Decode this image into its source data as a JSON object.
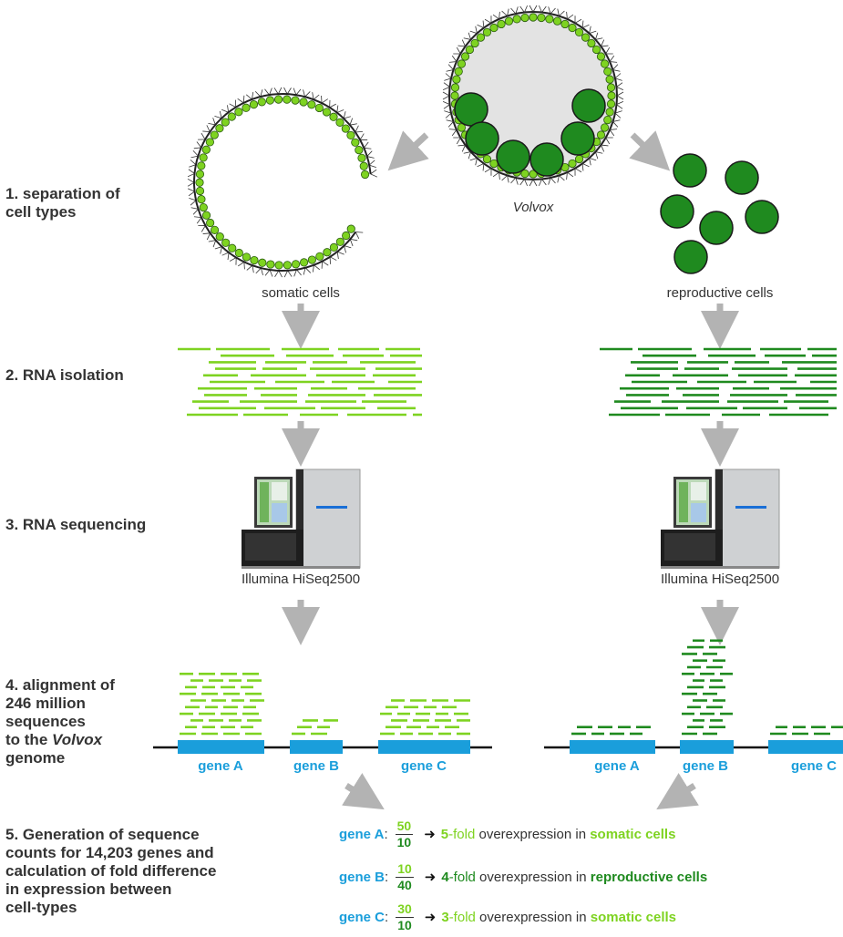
{
  "steps": [
    {
      "id": "1",
      "text": "1. separation of\ncell types"
    },
    {
      "id": "2",
      "text": "2. RNA isolation"
    },
    {
      "id": "3",
      "text": "3. RNA sequencing"
    },
    {
      "id": "4a",
      "text": "4. alignment of\n246 million\nsequences\nto the "
    },
    {
      "id": "4b",
      "text": "Volvox"
    },
    {
      "id": "4c",
      "text": "\ngenome"
    },
    {
      "id": "5",
      "text": "5. Generation of sequence\ncounts for 14,203 genes and\ncalculation of fold difference\nin expression between\ncell-types"
    }
  ],
  "labels": {
    "volvox": "Volvox",
    "somatic": "somatic cells",
    "reproductive": "reproductive cells",
    "sequencer_left": "Illumina HiSeq2500",
    "sequencer_right": "Illumina HiSeq2500"
  },
  "genes_left": [
    "gene A",
    "gene B",
    "gene C"
  ],
  "genes_right": [
    "gene A",
    "gene B",
    "gene C"
  ],
  "results": [
    {
      "gene": "gene A",
      "numerator": "50",
      "denominator": "10",
      "fold_value": "5",
      "fold_suffix": "-fold",
      "phrase": " overexpression in ",
      "cell": "somatic cells",
      "cell_color": "#7ed321"
    },
    {
      "gene": "gene B",
      "numerator": "10",
      "denominator": "40",
      "fold_value": "4",
      "fold_suffix": "-fold",
      "phrase": " overexpression in ",
      "cell": "reproductive cells",
      "cell_color": "#1f8a1f"
    },
    {
      "gene": "gene C",
      "numerator": "30",
      "denominator": "10",
      "fold_value": "3",
      "fold_suffix": "-fold",
      "phrase": " overexpression in ",
      "cell": "somatic cells",
      "cell_color": "#7ed321"
    }
  ],
  "colors": {
    "somatic_green": "#7ed321",
    "reproductive_green": "#1f8a1f",
    "gene_blue": "#1a9edb",
    "arrow_gray": "#b3b3b3",
    "volvox_fill": "#e3e3e3"
  }
}
